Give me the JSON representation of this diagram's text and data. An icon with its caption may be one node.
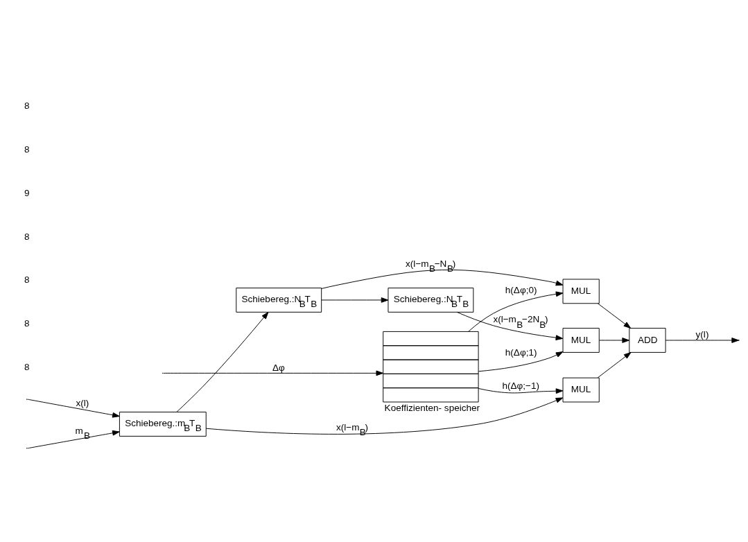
{
  "diagram": {
    "nodes": [
      {
        "text": [
          "Schiebereg.:m$_{B}$T$_{B}$"
        ]
      },
      {
        "text": [
          "Schiebereg.:N$_{B}$T$_{B}$"
        ]
      },
      {
        "text": [
          "Schiebereg.:N$_{B}$T$_{B}$"
        ]
      },
      {
        "text": [
          "MUL"
        ]
      },
      {
        "text": [
          "MUL"
        ]
      },
      {
        "text": [
          "MUL"
        ]
      },
      {
        "text": [
          "ADD"
        ]
      },
      {
        "text": [
          "Koeffizienten- speicher"
        ]
      }
    ],
    "edges": [
      {
        "from": null,
        "to": 0,
        "arrow": "to",
        "label": "x(l)"
      },
      {
        "from": null,
        "to": 0,
        "arrow": "to",
        "label": "m$_{B}$"
      },
      {
        "from": 0,
        "to": 3,
        "arrow": "to",
        "label": "x(l−m$_{B}$)"
      },
      {
        "from": 0,
        "to": 1,
        "arrow": "to"
      },
      {
        "from": 1,
        "to": 4,
        "arrow": "to",
        "label": "x(l−m$_{B}$−N$_{B}$)"
      },
      {
        "from": 1,
        "to": 2,
        "arrow": "to"
      },
      {
        "from": 2,
        "to": 5,
        "arrow": "to",
        "label": "x(l−m$_{B}$−2N$_{B}$)"
      },
      {
        "from": 7,
        "to": 3,
        "arrow": "to",
        "label": "h(Δφ;−1)"
      },
      {
        "from": 7,
        "to": 4,
        "arrow": "to",
        "label": "h(Δφ;0)"
      },
      {
        "from": 7,
        "to": 5,
        "arrow": "to",
        "label": "h(Δφ;1)"
      },
      {
        "from": 3,
        "to": 6,
        "arrow": "to"
      },
      {
        "from": 4,
        "to": 6,
        "arrow": "to"
      },
      {
        "from": 5,
        "to": 6,
        "arrow": "to"
      },
      {
        "from": 6,
        "to": null,
        "arrow": "to",
        "label": "y(l)"
      },
      {
        "from": null,
        "to": 7,
        "arrow": "to",
        "label": "Δφ"
      }
    ],
    "labels": [
      "8",
      "8",
      "8",
      "8",
      "9",
      "8",
      "8"
    ]
  }
}
